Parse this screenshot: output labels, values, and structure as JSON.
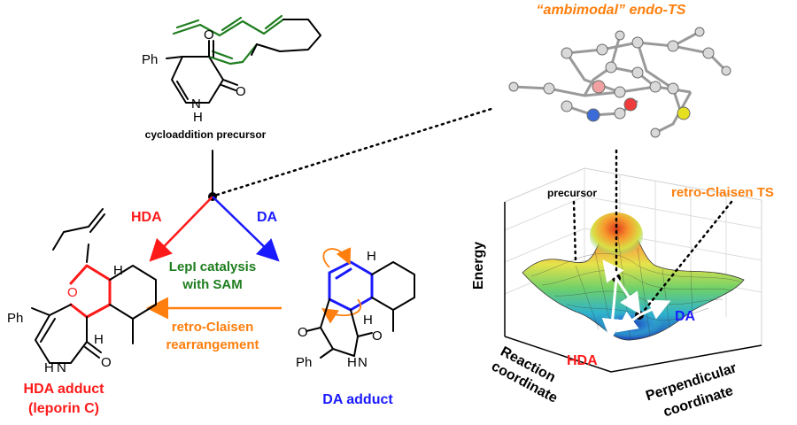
{
  "ts_title": "“ambimodal” endo-TS",
  "precursor": {
    "caption": "cycloaddition precursor",
    "ph": "Ph",
    "o1": "O",
    "o2": "O",
    "n": "N",
    "h": "H"
  },
  "branches": {
    "hda": "HDA",
    "da": "DA"
  },
  "center": {
    "catalysis_line1": "LepI catalysis",
    "catalysis_line2": "with SAM",
    "retro_line1": "retro-Claisen",
    "retro_line2": "rearrangement"
  },
  "hda_product": {
    "title_line1": "HDA adduct",
    "title_line2": "(leporin C)",
    "ph": "Ph",
    "o_ring": "O",
    "o_carbonyl": "O",
    "n": "N",
    "h_n": "H",
    "h1": "H",
    "h2": "H"
  },
  "da_product": {
    "title": "DA adduct",
    "ph": "Ph",
    "o1": "O",
    "o2": "O",
    "n": "N",
    "h_n": "H",
    "h1": "H",
    "h2": "H"
  },
  "surface": {
    "z_label": "Energy",
    "x_label_line1": "Reaction",
    "x_label_line2": "coordinate",
    "y_label_line1": "Perpendicular",
    "y_label_line2": "coordinate",
    "precursor_label": "precursor",
    "retro_ts_label": "retro-Claisen TS",
    "hda_label": "HDA",
    "da_label": "DA"
  },
  "colors": {
    "green": "#1e7d1e",
    "red": "#ff1a1a",
    "blue": "#1a1aff",
    "orange": "#ff7f0e"
  }
}
